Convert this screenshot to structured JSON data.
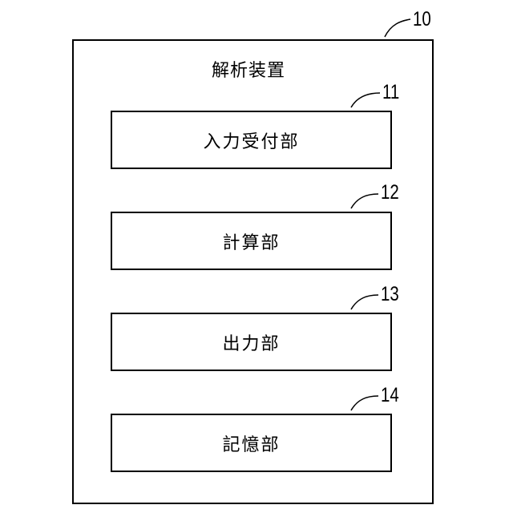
{
  "device": {
    "ref": "10",
    "title": "解析装置"
  },
  "units": [
    {
      "ref": "11",
      "label": "入力受付部"
    },
    {
      "ref": "12",
      "label": "計算部"
    },
    {
      "ref": "13",
      "label": "出力部"
    },
    {
      "ref": "14",
      "label": "記憶部"
    }
  ]
}
